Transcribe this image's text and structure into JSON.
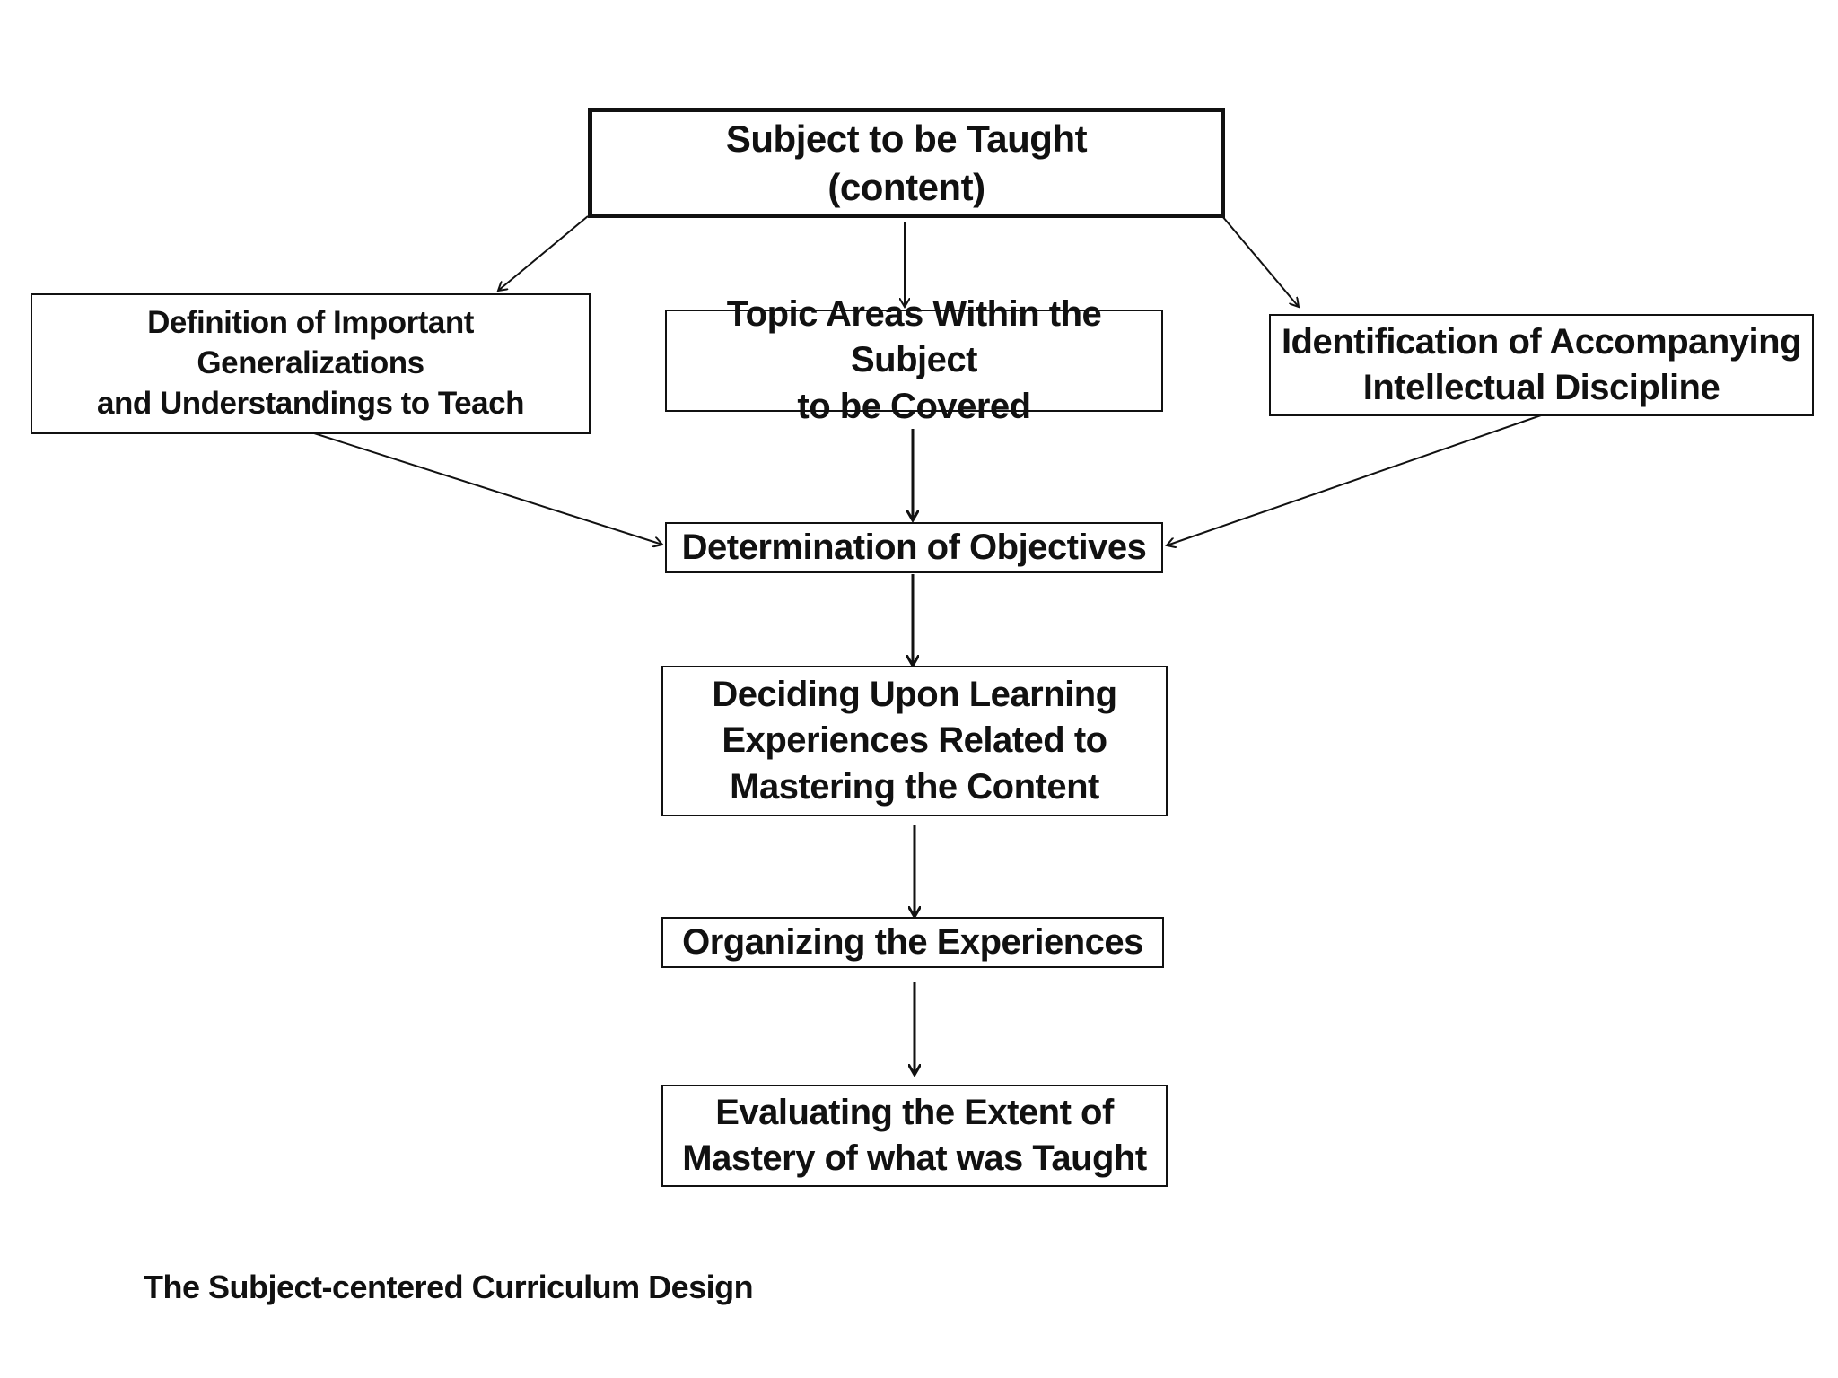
{
  "nodes": {
    "subject": {
      "label": "Subject to be Taught\n(content)"
    },
    "generalizations": {
      "label": "Definition of Important Generalizations\nand Understandings to Teach"
    },
    "topic_areas": {
      "label": "Topic Areas Within the Subject\nto be Covered"
    },
    "discipline": {
      "label": "Identification of Accompanying\nIntellectual Discipline"
    },
    "objectives": {
      "label": "Determination of Objectives"
    },
    "learning_experiences": {
      "label": "Deciding Upon Learning\nExperiences Related to\nMastering the Content"
    },
    "organizing": {
      "label": "Organizing the Experiences"
    },
    "evaluating": {
      "label": "Evaluating the Extent of\nMastery of what was Taught"
    }
  },
  "edges": [
    {
      "from": "subject",
      "to": "generalizations"
    },
    {
      "from": "subject",
      "to": "topic_areas"
    },
    {
      "from": "subject",
      "to": "discipline"
    },
    {
      "from": "generalizations",
      "to": "objectives"
    },
    {
      "from": "topic_areas",
      "to": "objectives"
    },
    {
      "from": "discipline",
      "to": "objectives"
    },
    {
      "from": "objectives",
      "to": "learning_experiences"
    },
    {
      "from": "learning_experiences",
      "to": "organizing"
    },
    {
      "from": "organizing",
      "to": "evaluating"
    }
  ],
  "caption": "The Subject-centered Curriculum Design"
}
